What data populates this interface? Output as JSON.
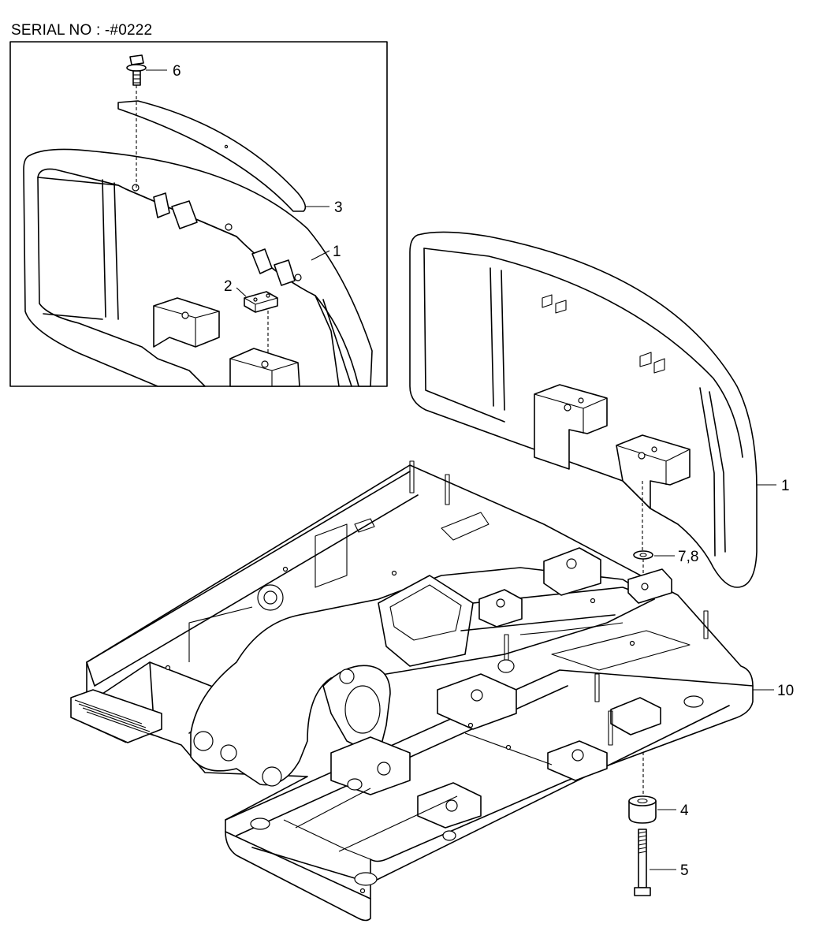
{
  "header": {
    "serial_label": "SERIAL NO : -#0222"
  },
  "callouts": [
    {
      "id": "c6",
      "label": "6"
    },
    {
      "id": "c3",
      "label": "3"
    },
    {
      "id": "c1a",
      "label": "1"
    },
    {
      "id": "c2",
      "label": "2"
    },
    {
      "id": "c1b",
      "label": "1"
    },
    {
      "id": "c78",
      "label": "7,8"
    },
    {
      "id": "c10",
      "label": "10"
    },
    {
      "id": "c4",
      "label": "4"
    },
    {
      "id": "c5",
      "label": "5"
    }
  ]
}
